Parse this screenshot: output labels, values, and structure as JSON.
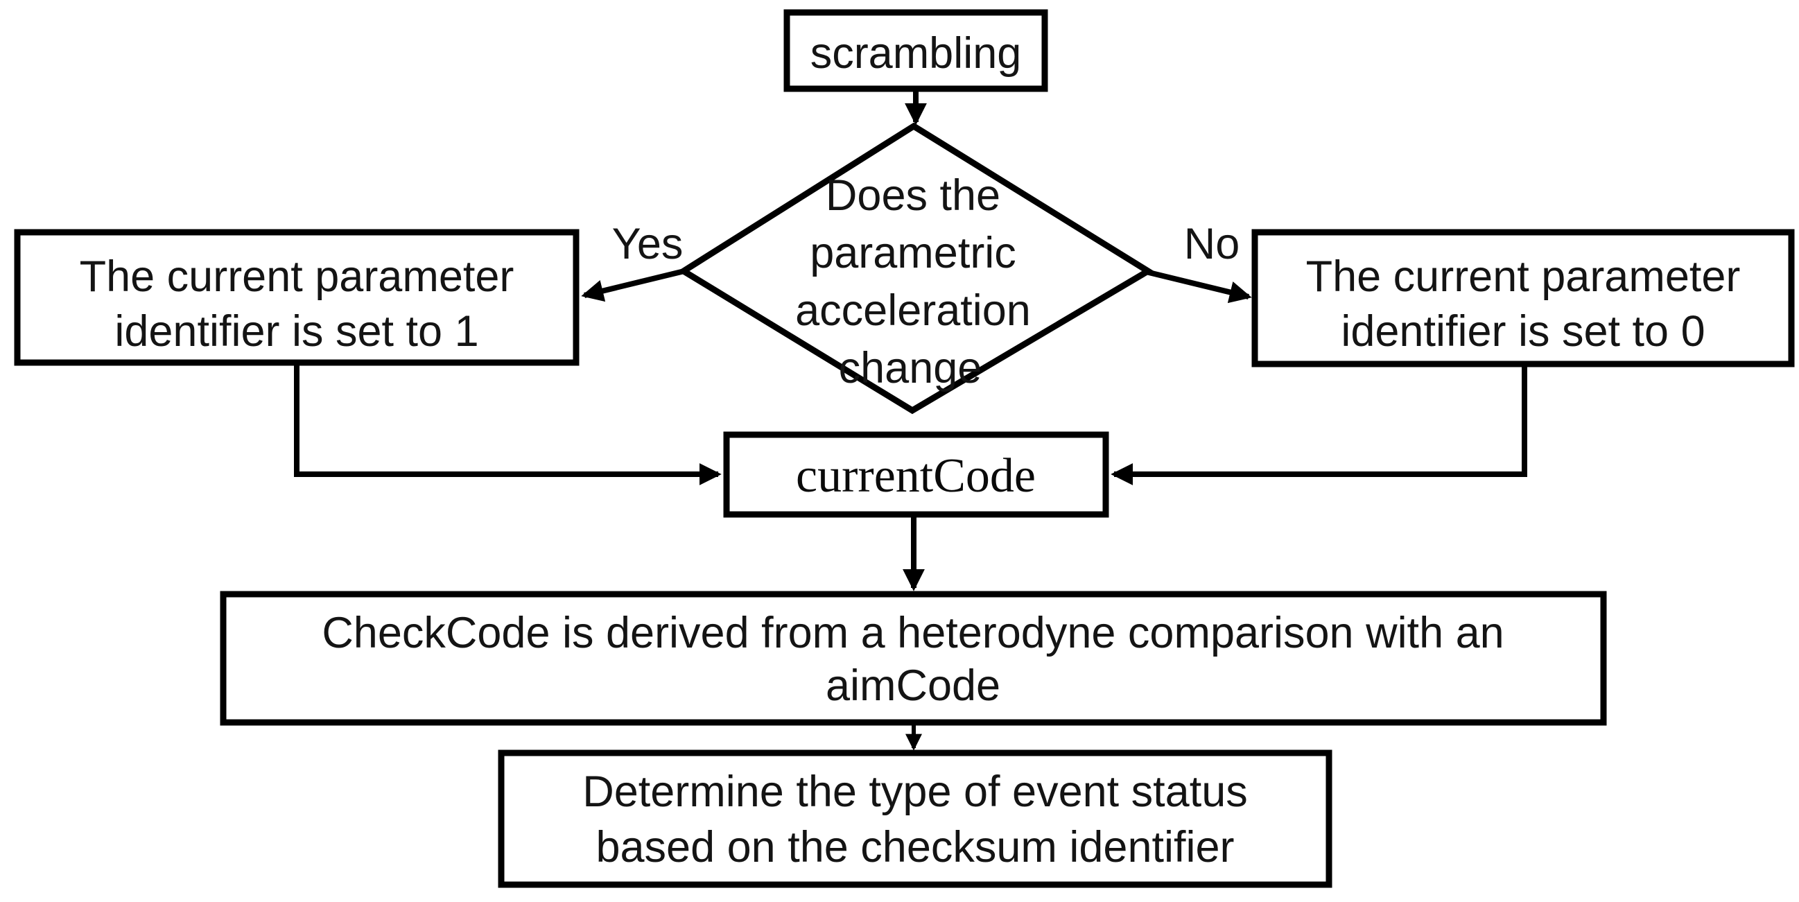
{
  "flowchart": {
    "background_color": "#ffffff",
    "stroke_color": "#000000",
    "text_color": "#141414",
    "nodes": {
      "start": {
        "label": "scrambling"
      },
      "decision": {
        "line1": "Does the",
        "line2": "parametric",
        "line3": "acceleration",
        "line4": "change"
      },
      "set_one": {
        "line1": "The current parameter",
        "line2": "identifier is set to 1"
      },
      "set_zero": {
        "line1": "The current parameter",
        "line2": "identifier is set to 0"
      },
      "current_code": {
        "label": "currentCode"
      },
      "check_code": {
        "line1": "CheckCode is derived from a heterodyne comparison with an",
        "line2": "aimCode"
      },
      "determine": {
        "line1": "Determine the type of event status",
        "line2": "based on the checksum identifier"
      }
    },
    "edges": {
      "yes_label": "Yes",
      "no_label": "No"
    }
  }
}
